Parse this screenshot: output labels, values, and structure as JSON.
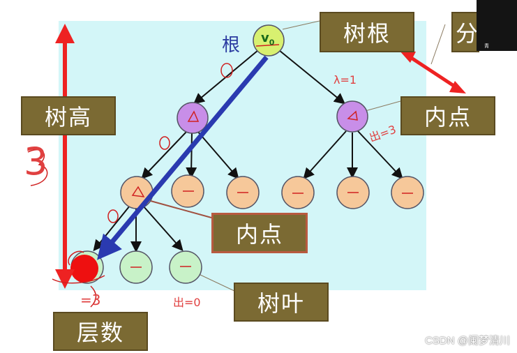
{
  "labels": {
    "root_text": "根",
    "root_node": "v",
    "root_node_sub": "0",
    "tree_root": "树根",
    "partial_label": "分",
    "tree_height": "树高",
    "internal_node_right": "内点",
    "internal_node_mid": "内点",
    "leaf": "树叶",
    "level": "层数"
  },
  "handwriting": {
    "three_big": "3",
    "lambda_1": "λ=1",
    "out_3": "出=3",
    "out_0": "出=0",
    "one_eq_3": "=3"
  },
  "overlay": {
    "video_label": "青",
    "watermark": "CSDN @阑梦清川"
  },
  "colors": {
    "panel": "#d3f6f8",
    "label_box": "#7b6a33",
    "root_node_fill": "#d8f070",
    "purple_node_fill": "#c88ee8",
    "orange_node_fill": "#f6c89a",
    "green_node_fill": "#c8f2c8",
    "red_arrow": "#ee2222",
    "blue_arrow": "#2a3ab0"
  }
}
